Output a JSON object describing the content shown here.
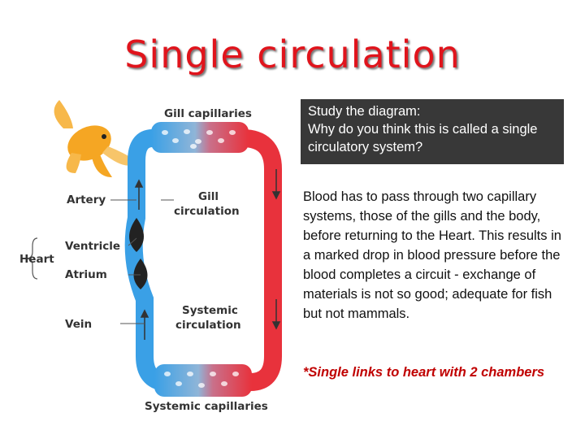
{
  "title": "Single circulation",
  "question": {
    "heading": "Study the diagram:",
    "text": "Why do you think this is called a single circulatory system?"
  },
  "explanation": "Blood has to pass through two capillary systems, those of the gills and the body, before returning to the Heart. This results in a marked drop in blood pressure before the blood completes a circuit - exchange of materials is not so good; adequate for fish but not mammals.",
  "note": "*Single links to heart with 2 chambers",
  "diagram_labels": {
    "gill_capillaries": "Gill capillaries",
    "gill_circulation_1": "Gill",
    "gill_circulation_2": "circulation",
    "artery": "Artery",
    "ventricle": "Ventricle",
    "heart": "Heart",
    "atrium": "Atrium",
    "systemic_circulation_1": "Systemic",
    "systemic_circulation_2": "circulation",
    "vein": "Vein",
    "systemic_capillaries": "Systemic capillaries"
  },
  "colors": {
    "title": "#e0141c",
    "oxygenated": "#e8323c",
    "deoxygenated": "#3aa0e6",
    "question_bg": "#383838",
    "note": "#c00000"
  }
}
